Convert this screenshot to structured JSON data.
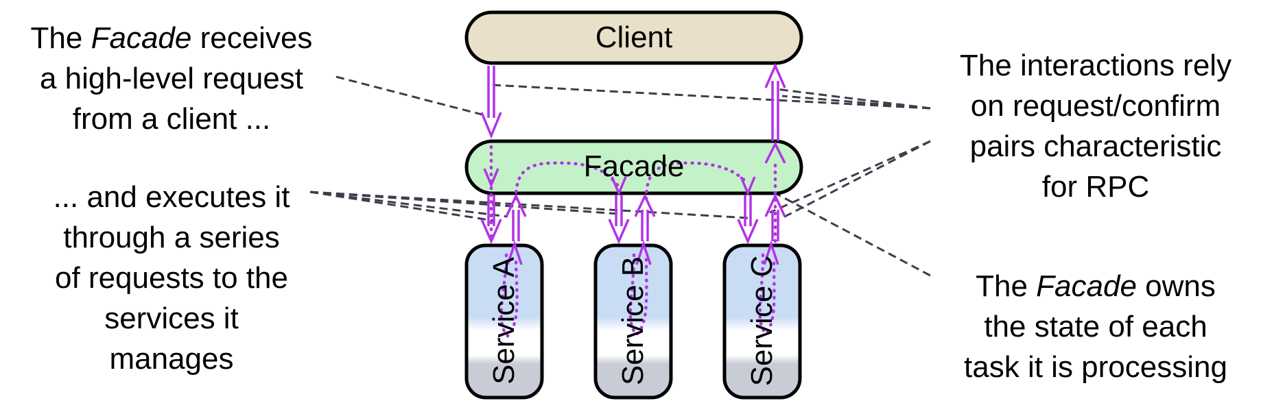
{
  "boxes": {
    "client": "Client",
    "facade": "Facade",
    "service_a": "Service A",
    "service_b": "Service B",
    "service_c": "Service C"
  },
  "notes": {
    "receive": {
      "line1_a": "The ",
      "line1_em": "Facade",
      "line1_b": " receives",
      "line2": "a high-level request",
      "line3": "from a client ..."
    },
    "execute": {
      "line1": "... and executes it",
      "line2": "through a series",
      "line3": "of requests to the",
      "line4": "services it",
      "line5": "manages"
    },
    "interactions": {
      "line1": "The interactions rely",
      "line2": "on request/confirm",
      "line3": "pairs characteristic",
      "line4": "for RPC"
    },
    "state": {
      "line1_em": "Facade",
      "line1_a": "The ",
      "line1_b": " owns",
      "line2": "the state of each",
      "line3": "task it is processing"
    }
  },
  "colors": {
    "client_fill": "#e8e0c8",
    "facade_fill": "#c4f2c8",
    "service_top": "#c8dcf4",
    "service_bottom": "#c8ccd4",
    "arrow": "#b233e6",
    "leader": "#3a3f4a"
  }
}
